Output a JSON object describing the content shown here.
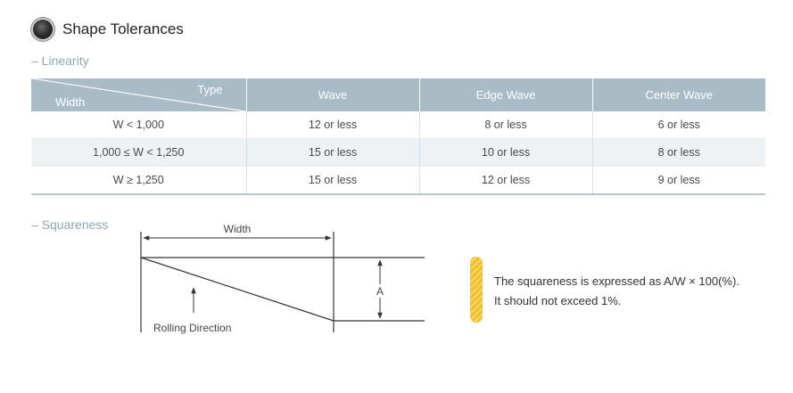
{
  "section": {
    "title": "Shape Tolerances"
  },
  "linearity": {
    "label": "– Linearity",
    "header_type": "Type",
    "header_width": "Width",
    "columns": [
      "Wave",
      "Edge Wave",
      "Center Wave"
    ],
    "rows": [
      {
        "width": "W < 1,000",
        "cells": [
          "12 or less",
          "8 or less",
          "6 or less"
        ]
      },
      {
        "width": "1,000 ≤ W < 1,250",
        "cells": [
          "15 or less",
          "10 or less",
          "8 or less"
        ]
      },
      {
        "width": "W ≥ 1,250",
        "cells": [
          "15 or less",
          "12 or less",
          "9 or less"
        ]
      }
    ]
  },
  "squareness": {
    "label": "– Squareness",
    "diagram": {
      "width_label": "Width",
      "a_label": "A",
      "direction_label": "Rolling Direction"
    },
    "note_line1": "The squareness is expressed as A/W × 100(%).",
    "note_line2": "It should not exceed 1%."
  },
  "colors": {
    "header_bg": "#a9bcc6",
    "accent_label": "#8fa7b3",
    "note_icon": "#f2c12e"
  }
}
